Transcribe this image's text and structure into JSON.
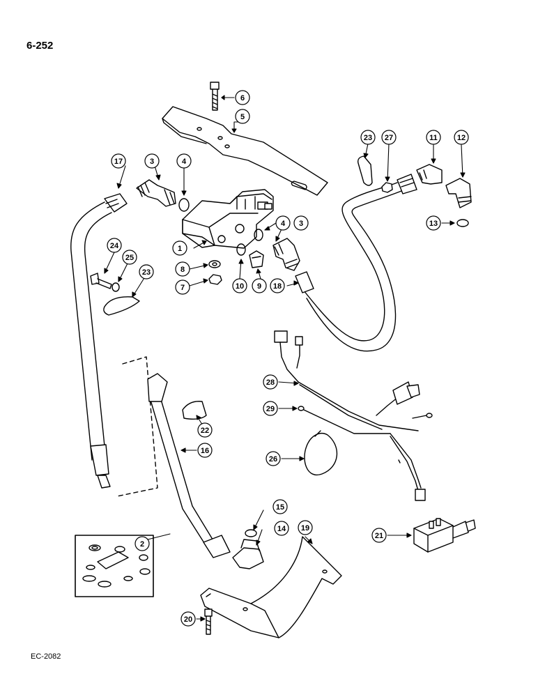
{
  "page": {
    "number": "6-252",
    "code": "EC-2082"
  },
  "callouts": {
    "c1": "1",
    "c2": "2",
    "c3a": "3",
    "c3b": "3",
    "c4a": "4",
    "c4b": "4",
    "c5": "5",
    "c6": "6",
    "c7": "7",
    "c8": "8",
    "c9": "9",
    "c10": "10",
    "c11": "11",
    "c12": "12",
    "c13": "13",
    "c14": "14",
    "c15": "15",
    "c16": "16",
    "c17": "17",
    "c18": "18",
    "c19": "19",
    "c20": "20",
    "c21": "21",
    "c22": "22",
    "c23a": "23",
    "c23b": "23",
    "c24": "24",
    "c25": "25",
    "c26": "26",
    "c27": "27",
    "c28": "28",
    "c29": "29"
  }
}
